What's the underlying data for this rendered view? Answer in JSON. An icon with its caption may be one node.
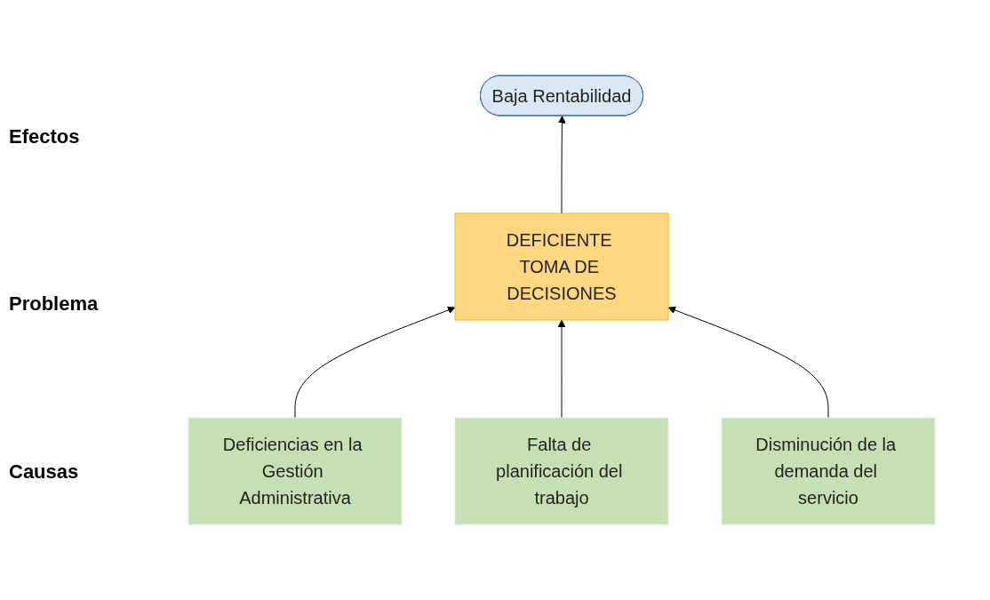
{
  "diagram": {
    "nodes": [
      {
        "text": [
          "Baja Rentabilidad"
        ]
      },
      {
        "text": [
          "DEFICIENTE TOMA DE DECISIONES"
        ]
      },
      {
        "text": [
          "Deficiencias en la Gestión Administrativa"
        ]
      },
      {
        "text": [
          "Falta de planificación del trabajo"
        ]
      },
      {
        "text": [
          "Disminución de la demanda del servicio"
        ]
      }
    ],
    "edges": [
      {
        "from": 1,
        "to": 0,
        "arrow": "to"
      },
      {
        "from": 2,
        "to": 1,
        "arrow": "to"
      },
      {
        "from": 3,
        "to": 1,
        "arrow": "to"
      },
      {
        "from": 4,
        "to": 1,
        "arrow": "to"
      }
    ],
    "labels": [
      "Efectos",
      "Problema",
      "Causas"
    ]
  }
}
